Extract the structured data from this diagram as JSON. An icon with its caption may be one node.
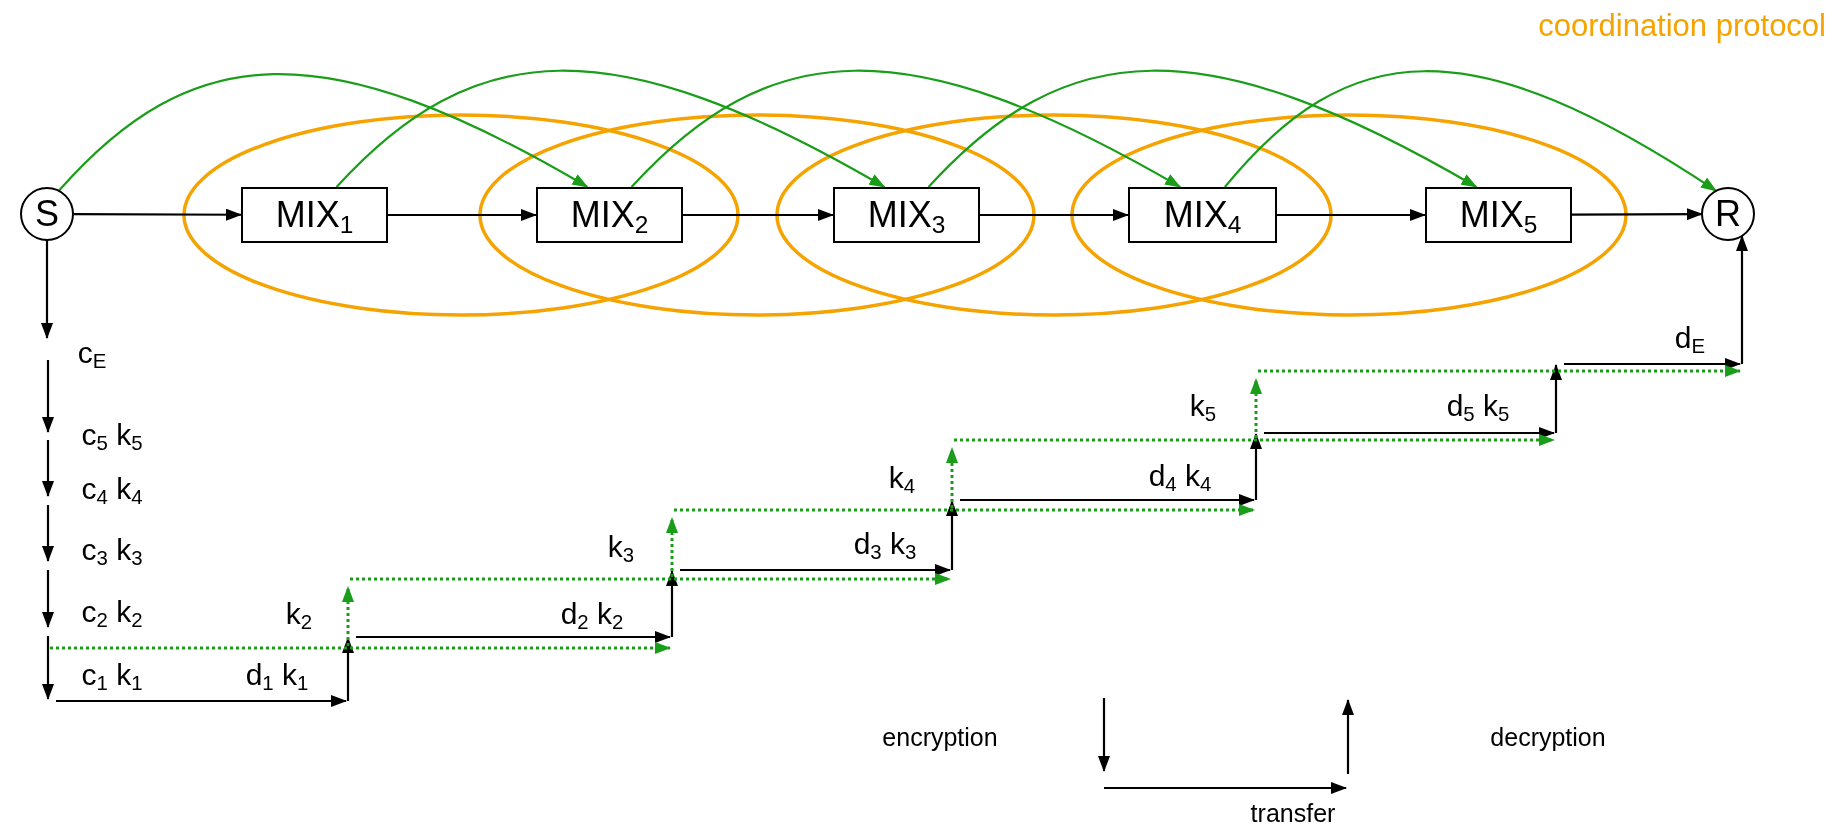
{
  "diagram": {
    "nodes": [
      {
        "text": [
          "S"
        ]
      },
      {
        "text": [
          "MIX$_{1}$"
        ]
      },
      {
        "text": [
          "MIX$_{2}$"
        ]
      },
      {
        "text": [
          "MIX$_{3}$"
        ]
      },
      {
        "text": [
          "MIX$_{4}$"
        ]
      },
      {
        "text": [
          "MIX$_{5}$"
        ]
      },
      {
        "text": [
          "R"
        ]
      }
    ],
    "edges": [
      {
        "from": 0,
        "to": 1,
        "arrow": "to"
      },
      {
        "from": 1,
        "to": 2,
        "arrow": "to"
      },
      {
        "from": 2,
        "to": 3,
        "arrow": "to"
      },
      {
        "from": 3,
        "to": 4,
        "arrow": "to"
      },
      {
        "from": 4,
        "to": 5,
        "arrow": "to"
      },
      {
        "from": 5,
        "to": 6,
        "arrow": "to"
      },
      {
        "from": 0,
        "to": 2,
        "arrow": "to",
        "color": "#1a9e1a"
      },
      {
        "from": 1,
        "to": 3,
        "arrow": "to",
        "color": "#1a9e1a"
      },
      {
        "from": 2,
        "to": 4,
        "arrow": "to",
        "color": "#1a9e1a"
      },
      {
        "from": 3,
        "to": 5,
        "arrow": "to",
        "color": "#1a9e1a"
      },
      {
        "from": 4,
        "to": 6,
        "arrow": "to",
        "color": "#1a9e1a"
      },
      {
        "from": 0,
        "to": null,
        "arrow": "to"
      },
      {
        "from": null,
        "to": 6,
        "arrow": "to"
      }
    ],
    "labels": [
      "coordination protocol",
      "c$_{E}$",
      "d$_{E}$",
      "c$_{5}$ k$_{5}$",
      "k$_{5}$",
      "d$_{5}$ k$_{5}$",
      "c$_{4}$ k$_{4}$",
      "k$_{4}$",
      "d$_{4}$ k$_{4}$",
      "c$_{3}$ k$_{3}$",
      "k$_{3}$",
      "d$_{3}$ k$_{3}$",
      "c$_{2}$ k$_{2}$",
      "k$_{2}$",
      "d$_{2}$ k$_{2}$",
      "c$_{1}$ k$_{1}$",
      "d$_{1}$ k$_{1}$"
    ],
    "legend": [
      {
        "text": "encryption"
      },
      {
        "text": "decryption"
      },
      {
        "text": "transfer"
      }
    ]
  }
}
